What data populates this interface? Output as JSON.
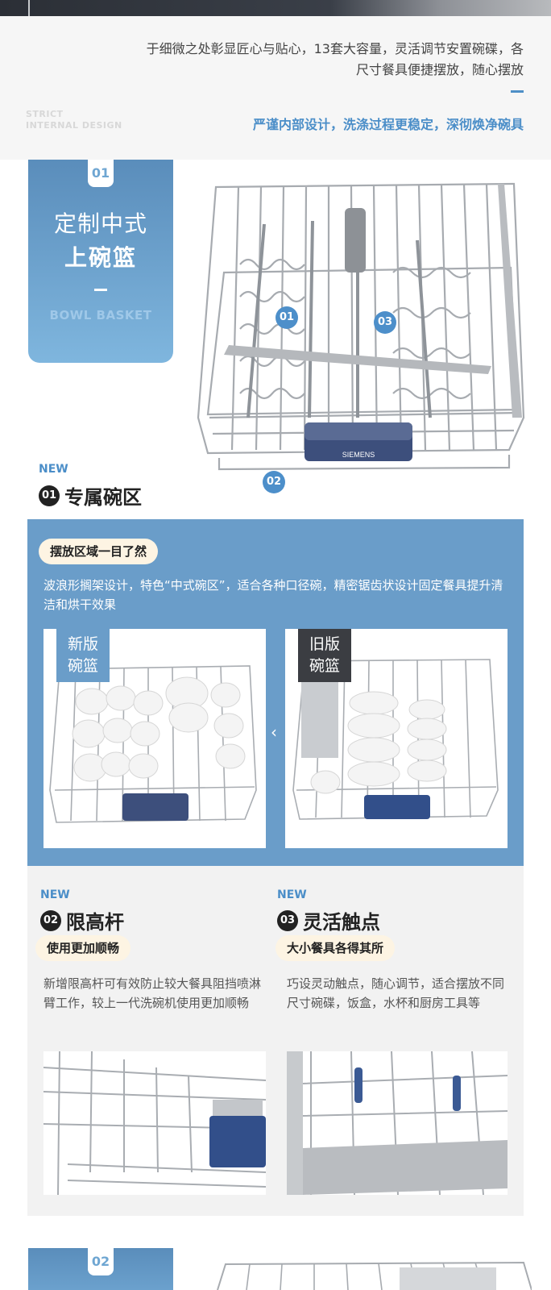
{
  "intro": {
    "text": "于细微之处彰显匠心与贴心，13套大容量，灵活调节安置碗碟，各尺寸餐具便捷摆放，随心摆放",
    "en_line1": "STRICT",
    "en_line2": "INTERNAL DESIGN",
    "subtitle": "严谨内部设计，洗涤过程更稳定，深彻焕净碗具"
  },
  "section1": {
    "number": "01",
    "title_line1": "定制中式",
    "title_line2": "上碗篮",
    "title_en": "BOWL BASKET",
    "markers": [
      "01",
      "03",
      "02"
    ],
    "brand": "SIEMENS"
  },
  "feature1": {
    "new_label": "NEW",
    "number": "01",
    "title": "专属碗区",
    "pill": "摆放区域一目了然",
    "desc": "波浪形搁架设计，特色“中式碗区”，适合各种口径碗，精密锯齿状设计固定餐具提升清洁和烘干效果",
    "new_tag_line1": "新版",
    "new_tag_line2": "碗篮",
    "old_tag_line1": "旧版",
    "old_tag_line2": "碗篮",
    "arrow": "‹"
  },
  "feature2": {
    "new_label": "NEW",
    "number": "02",
    "title": "限高杆",
    "pill": "使用更加顺畅",
    "desc": "新增限高杆可有效防止较大餐具阻挡喷淋臂工作，较上一代洗碗机使用更加顺畅"
  },
  "feature3": {
    "new_label": "NEW",
    "number": "03",
    "title": "灵活触点",
    "pill": "大小餐具各得其所",
    "desc": "巧设灵动触点，随心调节，适合摆放不同尺寸碗碟，饭盒，水杯和厨房工具等"
  },
  "section2": {
    "number": "02"
  },
  "colors": {
    "accent": "#4b8ec8",
    "panel_blue": "#6a9dc9",
    "pill_bg": "#fdf4e3"
  }
}
